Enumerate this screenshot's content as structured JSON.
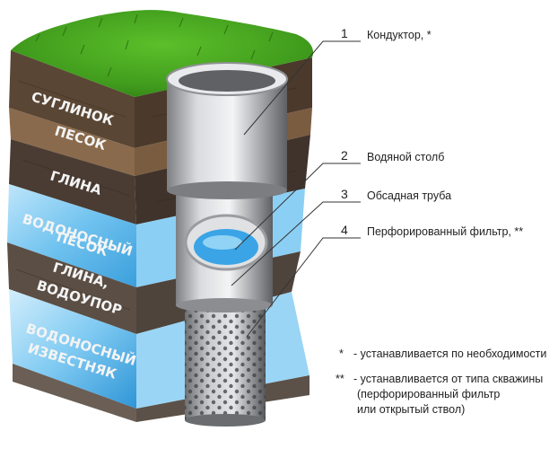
{
  "layers": [
    {
      "id": "loam",
      "lines": [
        "СУГЛИНОК"
      ]
    },
    {
      "id": "sand",
      "lines": [
        "ПЕСОК"
      ]
    },
    {
      "id": "clay",
      "lines": [
        "ГЛИНА"
      ]
    },
    {
      "id": "aquifer-sand",
      "lines": [
        "ВОДОНОСНЫЙ",
        "ПЕСОК"
      ]
    },
    {
      "id": "clay-aquitard",
      "lines": [
        "ГЛИНА,",
        "ВОДОУПОР"
      ]
    },
    {
      "id": "aquifer-limestone",
      "lines": [
        "ВОДОНОСНЫЙ",
        "ИЗВЕСТНЯК"
      ]
    }
  ],
  "callouts": [
    {
      "number": "1",
      "label": "Кондуктор, *"
    },
    {
      "number": "2",
      "label": "Водяной столб"
    },
    {
      "number": "3",
      "label": "Обсадная труба"
    },
    {
      "number": "4",
      "label": "Перфорированный фильтр, **"
    }
  ],
  "notes": [
    {
      "marker": "*",
      "lines": [
        "- устанавливается по необходимости"
      ]
    },
    {
      "marker": "**",
      "lines": [
        "- устанавливается от типа скважины",
        "(перфорированный фильтр",
        "или открытый ствол)"
      ]
    }
  ]
}
